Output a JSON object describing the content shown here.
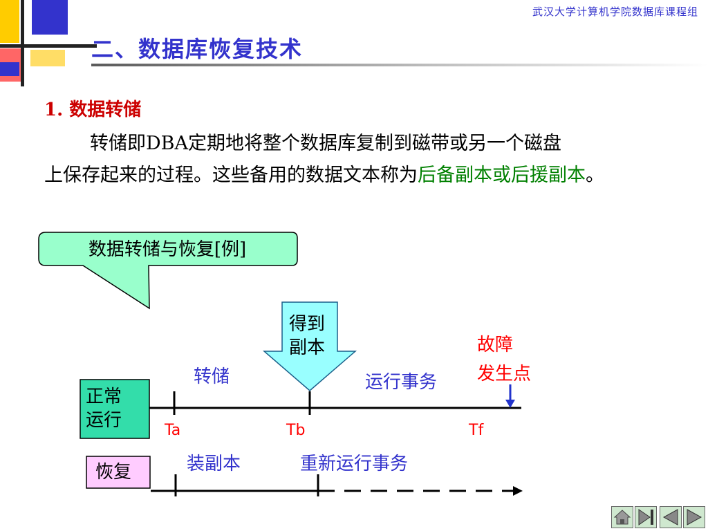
{
  "header": {
    "org": "武汉大学计算机学院数据库课程组"
  },
  "title": "二、数据库恢复技术",
  "section": {
    "heading": "1. 数据转储"
  },
  "paragraph": {
    "line1": "转储即DBA定期地将整个数据库复制到磁带或另一个磁盘",
    "line2": "上保存起来的过程。这些备用的数据文本称为",
    "highlight": "后备副本或后援副本",
    "end": "。"
  },
  "callout": {
    "text": "数据转储与恢复[例]"
  },
  "diagram": {
    "normal_box": {
      "line1": "正常",
      "line2": "运行"
    },
    "recovery_box": "恢复",
    "get_copy": {
      "line1": "得到",
      "line2": "副本"
    },
    "dump_label": "转储",
    "run_tx_label": "运行事务",
    "failure": {
      "line1": "故障",
      "line2": "发生点"
    },
    "ticks": [
      "Ta",
      "Tb",
      "Tf"
    ],
    "load_copy_label": "装副本",
    "rerun_label": "重新运行事务"
  },
  "colors": {
    "title": "#3333cc",
    "section": "#cc0000",
    "highlight": "#008000",
    "callout_fill": "#99ffcc",
    "arrow_fill": "#99ffff",
    "normal_box_fill": "#33ddaa",
    "recovery_box_fill": "#ffccff"
  },
  "nav": [
    "home-icon",
    "last-slide-icon",
    "previous-icon",
    "next-icon"
  ]
}
